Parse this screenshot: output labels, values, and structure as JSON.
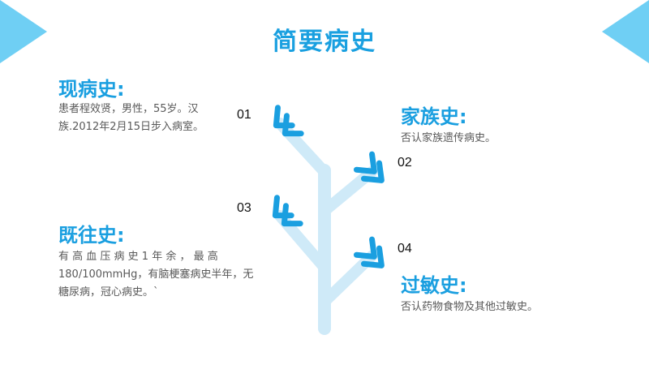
{
  "title": "简要病史",
  "colors": {
    "accent": "#1aa0e0",
    "trunk": "#cfeaf8",
    "corner": "#6fcff4",
    "text": "#595959"
  },
  "sections": {
    "current": {
      "number": "01",
      "heading": "现病史:",
      "lines": [
        "患者程效贤，男性，55岁。汉",
        "族.2012年2月15日步入病室。"
      ]
    },
    "family": {
      "number": "02",
      "heading": "家族史:",
      "lines": [
        "否认家族遗传病史。"
      ]
    },
    "past": {
      "number": "03",
      "heading": "既往史:",
      "lines": [
        "有 高 血 压 病 史 1 年 余 ， 最 高",
        "180/100mmHg，有脑梗塞病史半年，无",
        "糖尿病，冠心病史。`"
      ]
    },
    "allergy": {
      "number": "04",
      "heading": "过敏史:",
      "lines": [
        "否认药物食物及其他过敏史。"
      ]
    }
  },
  "icons": [
    "chevron-marker-icon"
  ]
}
